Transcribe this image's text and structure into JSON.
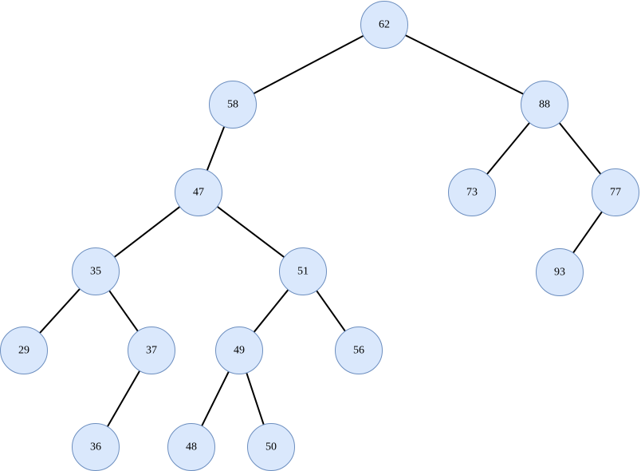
{
  "tree": {
    "nodes": [
      {
        "id": "n62",
        "label": "62"
      },
      {
        "id": "n58",
        "label": "58"
      },
      {
        "id": "n88",
        "label": "88"
      },
      {
        "id": "n47",
        "label": "47"
      },
      {
        "id": "n73",
        "label": "73"
      },
      {
        "id": "n77",
        "label": "77"
      },
      {
        "id": "n35",
        "label": "35"
      },
      {
        "id": "n51",
        "label": "51"
      },
      {
        "id": "n93",
        "label": "93"
      },
      {
        "id": "n29",
        "label": "29"
      },
      {
        "id": "n37",
        "label": "37"
      },
      {
        "id": "n49",
        "label": "49"
      },
      {
        "id": "n56",
        "label": "56"
      },
      {
        "id": "n36",
        "label": "36"
      },
      {
        "id": "n48",
        "label": "48"
      },
      {
        "id": "n50",
        "label": "50"
      }
    ],
    "edges": [
      [
        "n62",
        "n58"
      ],
      [
        "n62",
        "n88"
      ],
      [
        "n58",
        "n47"
      ],
      [
        "n88",
        "n73"
      ],
      [
        "n88",
        "n77"
      ],
      [
        "n47",
        "n35"
      ],
      [
        "n47",
        "n51"
      ],
      [
        "n77",
        "n93"
      ],
      [
        "n35",
        "n29"
      ],
      [
        "n35",
        "n37"
      ],
      [
        "n51",
        "n49"
      ],
      [
        "n51",
        "n56"
      ],
      [
        "n37",
        "n36"
      ],
      [
        "n49",
        "n48"
      ],
      [
        "n49",
        "n50"
      ]
    ]
  },
  "colors": {
    "node_fill": "#dae8fc",
    "node_stroke": "#6c8ebf",
    "edge": "#000000",
    "text": "#000000"
  }
}
